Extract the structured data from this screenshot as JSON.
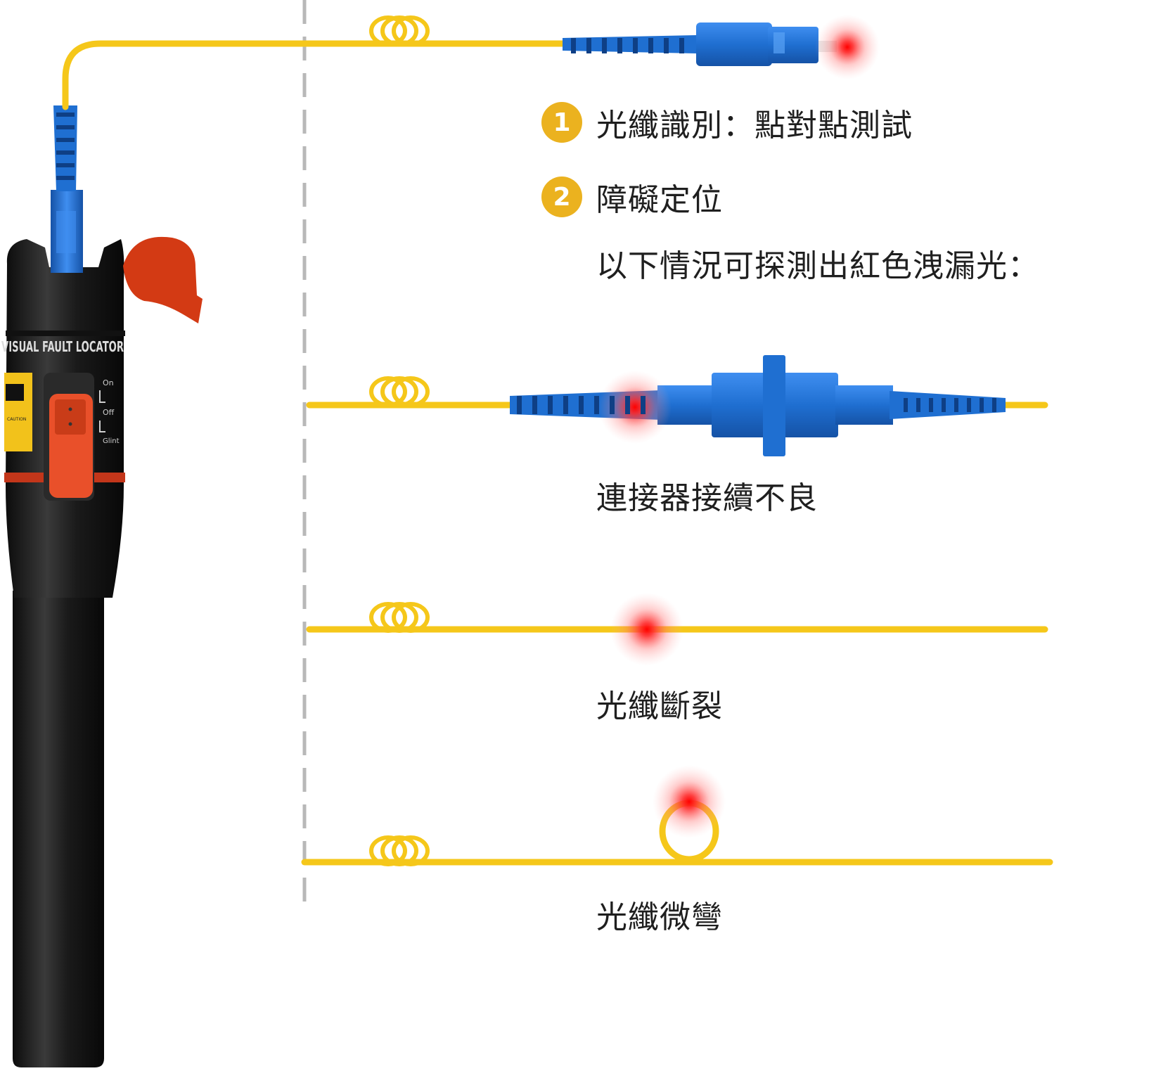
{
  "device": {
    "brand_text": "VISUAL FAULT LOCATOR",
    "switch_labels": [
      "On",
      "Off",
      "Glint"
    ],
    "warning_text": "CAUTION"
  },
  "features": [
    {
      "number": "1",
      "text": "光纖識別：點對點測試"
    },
    {
      "number": "2",
      "text": "障礙定位"
    }
  ],
  "intro_text": "以下情況可探測出紅色洩漏光：",
  "cases": [
    {
      "label": "連接器接續不良"
    },
    {
      "label": "光纖斷裂"
    },
    {
      "label": "光纖微彎"
    }
  ],
  "colors": {
    "fiber": "#f5c71a",
    "connector": "#1f6fd1",
    "laser": "#ff1a1a",
    "badge": "#ebb21f",
    "device_body": "#1e1e1e",
    "device_accent": "#e23a16"
  }
}
